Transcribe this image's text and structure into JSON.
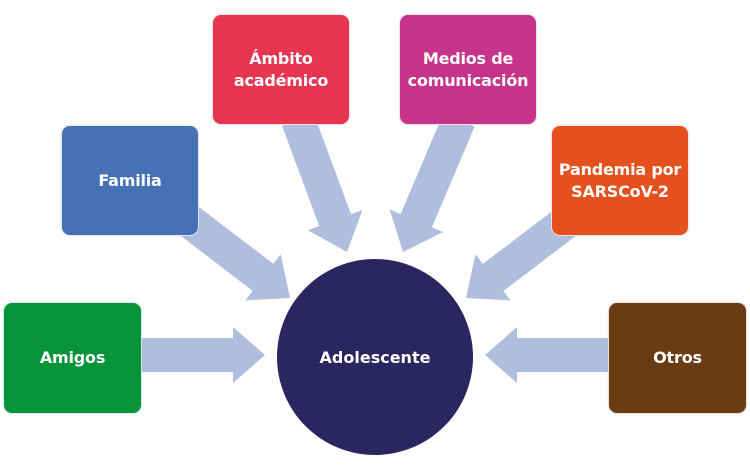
{
  "diagram": {
    "center": {
      "label": "Adolescente",
      "color": "#2b2560"
    },
    "arrow_color": "#afbddf",
    "nodes": [
      {
        "id": "amigos",
        "label": "Amigos",
        "color": "#069339"
      },
      {
        "id": "familia",
        "label": "Familia",
        "color": "#4771b6"
      },
      {
        "id": "ambito",
        "label": "Ámbito\nacadémico",
        "color": "#e5354f"
      },
      {
        "id": "medios",
        "label": "Medios de\ncomunicación",
        "color": "#c6338a"
      },
      {
        "id": "pandemia",
        "label": "Pandemia por\nSARSCoV-2",
        "color": "#e5511d"
      },
      {
        "id": "otros",
        "label": "Otros",
        "color": "#6a3c14"
      }
    ],
    "edges": [
      {
        "from": "amigos",
        "to": "center"
      },
      {
        "from": "familia",
        "to": "center"
      },
      {
        "from": "ambito",
        "to": "center"
      },
      {
        "from": "medios",
        "to": "center"
      },
      {
        "from": "pandemia",
        "to": "center"
      },
      {
        "from": "otros",
        "to": "center"
      }
    ]
  }
}
